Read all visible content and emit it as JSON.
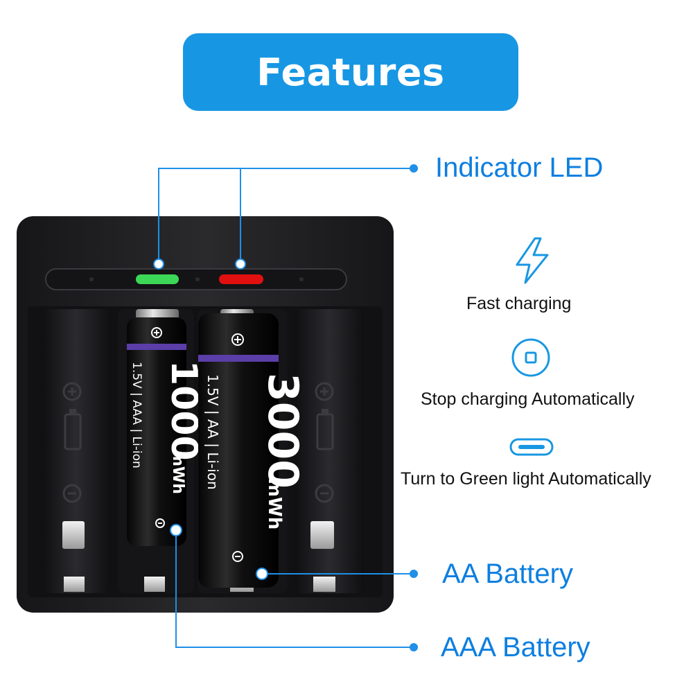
{
  "header": {
    "title": "Features"
  },
  "callouts": {
    "indicator_led": "Indicator LED",
    "aa_battery": "AA Battery",
    "aaa_battery": "AAA Battery"
  },
  "features": [
    {
      "label": "Fast charging",
      "icon": "lightning-icon"
    },
    {
      "label": "Stop charging Automatically",
      "icon": "stop-circle-icon"
    },
    {
      "label": "Turn to Green light Automatically",
      "icon": "usb-c-icon"
    }
  ],
  "batteries": {
    "aaa": {
      "capacity": "1000",
      "unit": "mWh",
      "spec": "1.5V | AAA | Li-ion"
    },
    "aa": {
      "capacity": "3000",
      "unit": "mWh",
      "spec": "1.5V | AA | Li-ion"
    }
  },
  "colors": {
    "accent": "#1797e3",
    "callout_blue": "#0d7fe0",
    "led_green": "#19c23a",
    "led_red": "#e01010",
    "charger_body": "#1e1e20",
    "battery_stripe": "#5b3ea8"
  }
}
